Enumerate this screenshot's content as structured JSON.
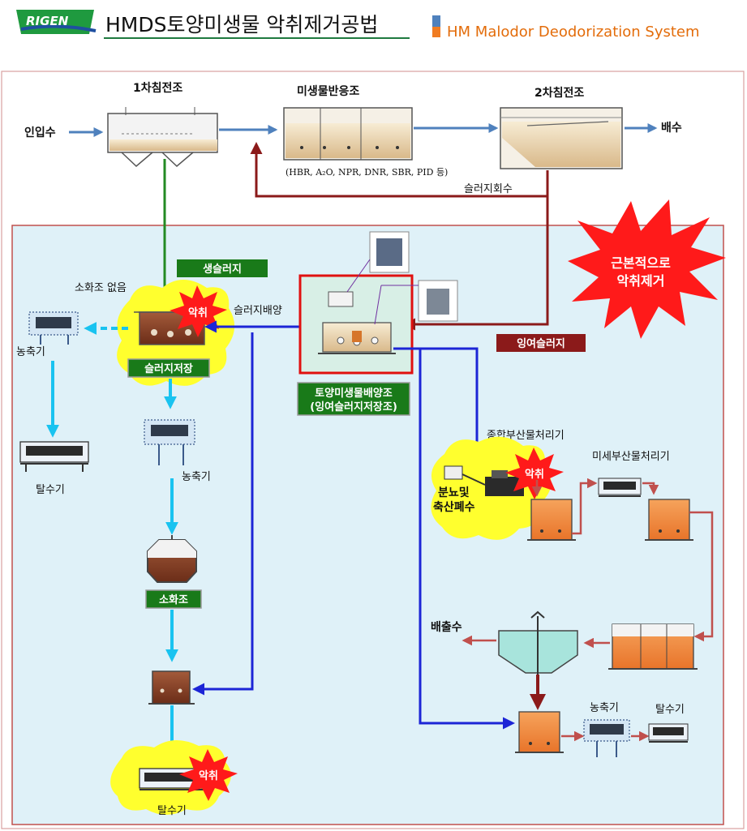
{
  "header": {
    "logo_text": "RIGEN",
    "title": "HMDS토양미생물 악취제거공법",
    "subtitle": "HM Malodor Deodorization System"
  },
  "top": {
    "inflow": "인입수",
    "tank1": "1차침전조",
    "bio_tank": "미생물반응조",
    "tank2": "2차침전조",
    "discharge": "배수",
    "processes": "(HBR, A₂O, NPR, DNR, SBR, PID 등)",
    "sludge_return": "슬러지회수"
  },
  "lower": {
    "raw_sludge": "생슬러지",
    "no_digester": "소화조 없음",
    "sludge_transfer": "슬러지배양",
    "odor": "악취",
    "thickener": "농축기",
    "dewaterer": "탈수기",
    "sludge_storage": "슬러지저장",
    "digester": "소화조",
    "culture_tank_1": "토양미생물배양조",
    "culture_tank_2": "(잉여슬러지저장조)",
    "excess_sludge": "잉여슬러지",
    "remove_1": "근본적으로",
    "remove_2": "악취제거",
    "byproduct_main": "종합부산물처리기",
    "byproduct_fine": "미세부산물처리기",
    "livestock_1": "분뇨및",
    "livestock_2": "축산폐수",
    "effluent": "배출수"
  },
  "colors": {
    "green_flow": "#238a23",
    "maroon_flow": "#8b1a1a",
    "blue_flow": "#1c25d6",
    "cyan_flow": "#19c3f0",
    "red_flow": "#c0504d",
    "panel_bg": "#dff1f8",
    "cloud": "#ffff2e",
    "burst": "#ff1a1a",
    "label_green": "#197a19",
    "label_maroon": "#8b1a1a"
  }
}
